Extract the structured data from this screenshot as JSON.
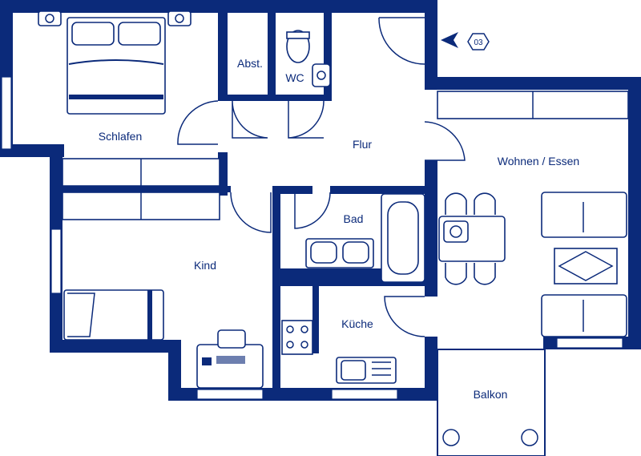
{
  "rooms": {
    "schlafen": "Schlafen",
    "abst": "Abst.",
    "wc": "WC",
    "flur": "Flur",
    "wohnen": "Wohnen / Essen",
    "bad": "Bad",
    "kind": "Kind",
    "kueche": "Küche",
    "balkon": "Balkon"
  },
  "unit_marker": "03",
  "colors": {
    "primary": "#0b2a7a",
    "background": "#ffffff"
  }
}
